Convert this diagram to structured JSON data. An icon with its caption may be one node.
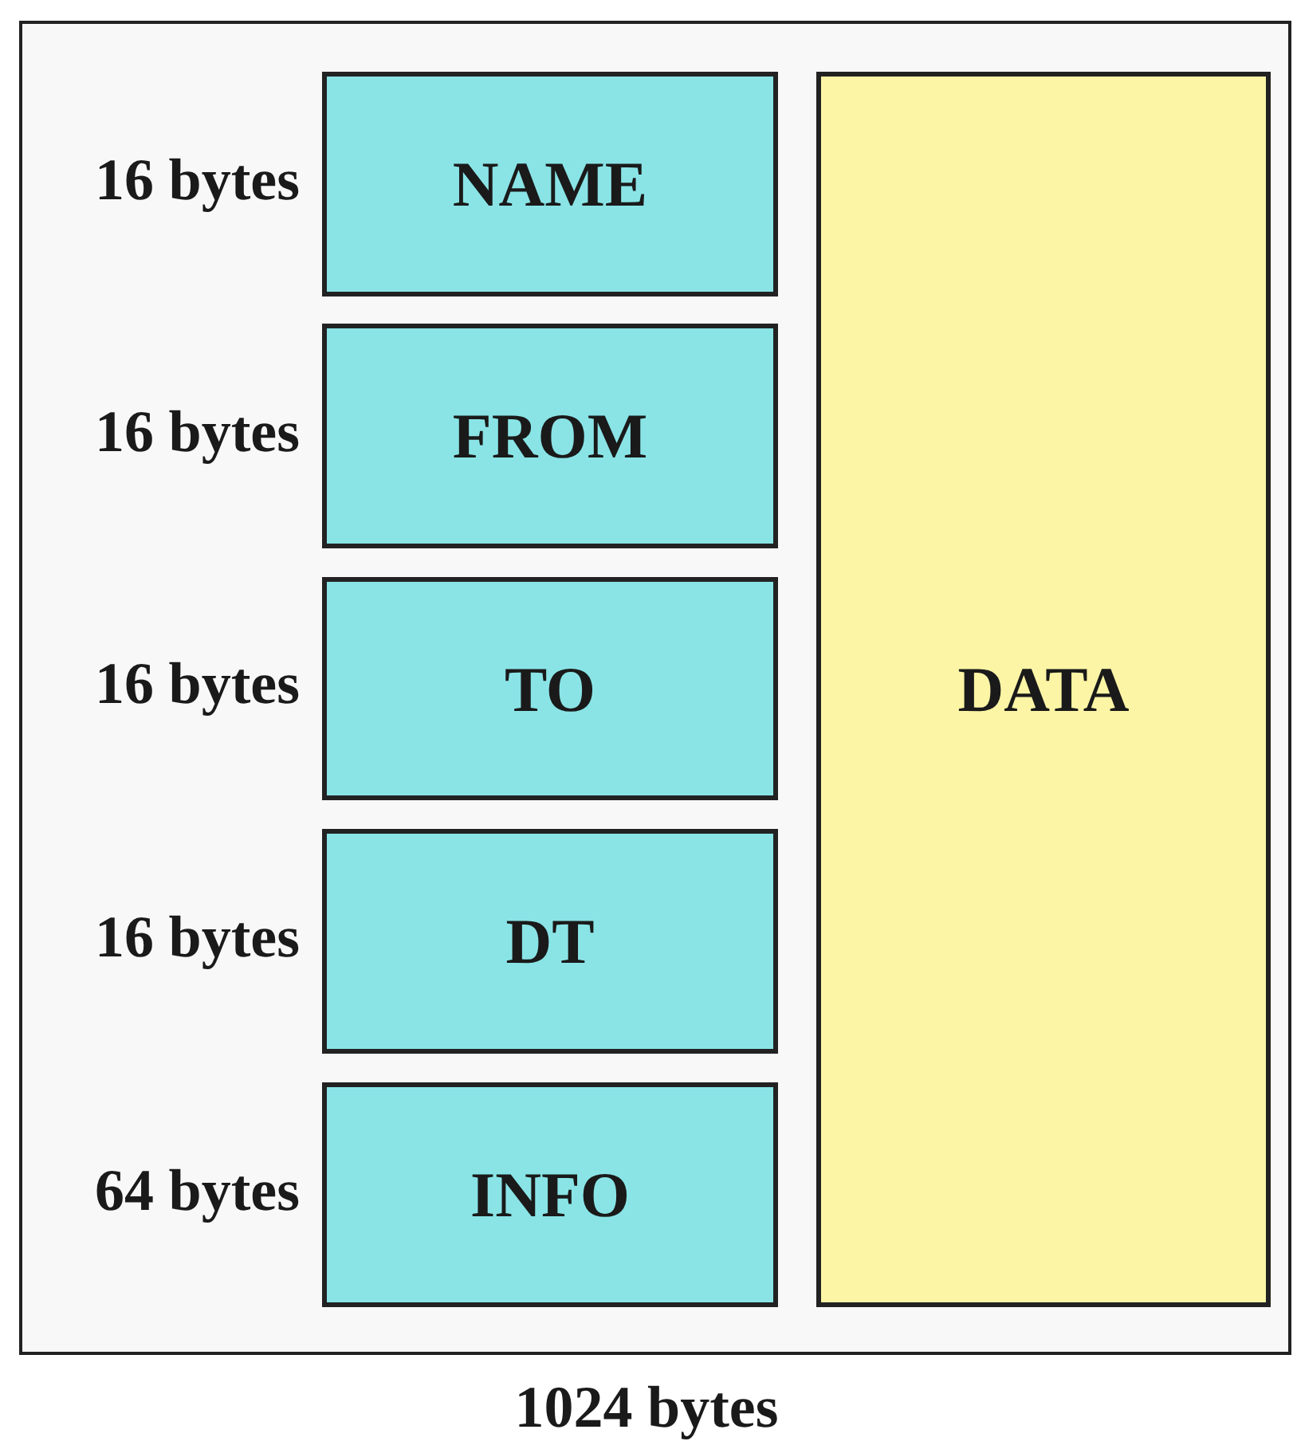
{
  "diagram": {
    "nodes": [
      {
        "text": [],
        "shape": "box",
        "beside": [
          "1024 bytes"
        ]
      },
      {
        "text": [
          "NAME"
        ],
        "in": 0,
        "beside": [
          "16 bytes"
        ]
      },
      {
        "text": [
          "FROM"
        ],
        "in": 0,
        "beside": [
          "16 bytes"
        ]
      },
      {
        "text": [
          "TO"
        ],
        "in": 0,
        "beside": [
          "16 bytes"
        ]
      },
      {
        "text": [
          "DT"
        ],
        "in": 0,
        "beside": [
          "16 bytes"
        ]
      },
      {
        "text": [
          "INFO"
        ],
        "in": 0,
        "beside": [
          "64 bytes"
        ]
      },
      {
        "text": [
          "DATA"
        ],
        "in": 0
      }
    ]
  }
}
